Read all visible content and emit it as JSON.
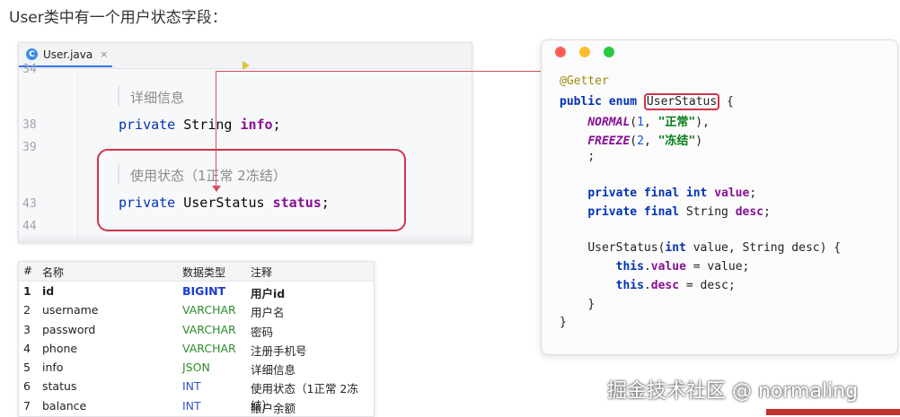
{
  "heading": "User类中有一个用户状态字段：",
  "ide": {
    "tab_label": "User.java",
    "tab_icon_letter": "C",
    "tab_close": "×",
    "lines": [
      {
        "num": "34",
        "kind": "blank"
      },
      {
        "num": "",
        "kind": "doc",
        "text": "详细信息"
      },
      {
        "num": "38",
        "kind": "code",
        "kw": "private",
        "type": "String",
        "field": "info",
        "end": ";"
      },
      {
        "num": "39",
        "kind": "blank"
      },
      {
        "num": "",
        "kind": "doc",
        "text": "使用状态（1正常 2冻结）"
      },
      {
        "num": "43",
        "kind": "code",
        "kw": "private",
        "type": "UserStatus",
        "field": "status",
        "end": ";"
      },
      {
        "num": "44",
        "kind": "blank"
      }
    ]
  },
  "table": {
    "headers": [
      "#",
      "名称",
      "数据类型",
      "注释"
    ],
    "rows": [
      {
        "n": "1",
        "name": "id",
        "type": "BIGINT",
        "comment": "用户id"
      },
      {
        "n": "2",
        "name": "username",
        "type": "VARCHAR",
        "comment": "用户名"
      },
      {
        "n": "3",
        "name": "password",
        "type": "VARCHAR",
        "comment": "密码"
      },
      {
        "n": "4",
        "name": "phone",
        "type": "VARCHAR",
        "comment": "注册手机号"
      },
      {
        "n": "5",
        "name": "info",
        "type": "JSON",
        "comment": "详细信息"
      },
      {
        "n": "6",
        "name": "status",
        "type": "INT",
        "comment": "使用状态（1正常 2冻结）"
      },
      {
        "n": "7",
        "name": "balance",
        "type": "INT",
        "comment": "账户余额"
      }
    ],
    "type_colors": {
      "BIGINT": "#1a3bd6",
      "VARCHAR": "#2e8b2e",
      "JSON": "#2e8b2e",
      "INT": "#3355cc"
    }
  },
  "enum_code": {
    "traffic_lights": [
      "#ff5f57",
      "#febc2e",
      "#28c840"
    ],
    "annotation": "@Getter",
    "decl_kw": "public enum",
    "class_name": "UserStatus",
    "brace_open": "{",
    "constants": [
      {
        "name": "NORMAL",
        "num": "1",
        "str": "\"正常\"",
        "end": "),"
      },
      {
        "name": "FREEZE",
        "num": "2",
        "str": "\"冻结\"",
        "end": ")"
      }
    ],
    "semicolon": ";",
    "fields": [
      {
        "kw": "private final",
        "type": "int",
        "type_is_kw": true,
        "name": "value"
      },
      {
        "kw": "private final",
        "type": "String",
        "type_is_kw": false,
        "name": "desc"
      }
    ],
    "ctor_sig_name": "UserStatus(",
    "ctor_p1_type": "int",
    "ctor_p1_rest": " value, String desc) {",
    "ctor_body": [
      {
        "this": "this",
        "field": "value",
        "rest": " = value;"
      },
      {
        "this": "this",
        "field": "desc",
        "rest": " = desc;"
      }
    ],
    "close_inner": "}",
    "close_outer": "}"
  },
  "watermark": "掘金技术社区 @ normaling",
  "colors": {
    "highlight": "#d0344a",
    "accent": "#3574f0"
  }
}
